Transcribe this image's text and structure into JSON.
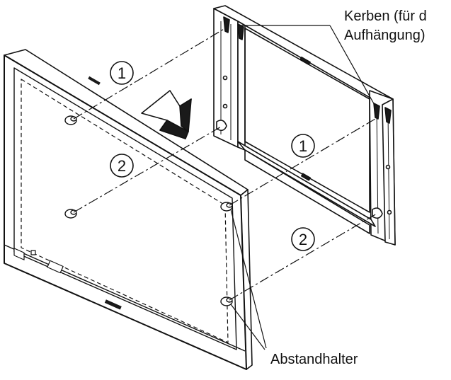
{
  "labels": {
    "notches_line1": "Kerben (für d",
    "notches_line2": "Aufhängung)",
    "spacers": "Abstandhalter"
  },
  "steps": {
    "one": "1",
    "two": "2"
  },
  "colors": {
    "ink": "#111111",
    "fill": "#ffffff",
    "shade": "#1a1a1a"
  },
  "icons": {
    "direction_arrow": "arrow-icon",
    "brand_mark": "logo"
  }
}
